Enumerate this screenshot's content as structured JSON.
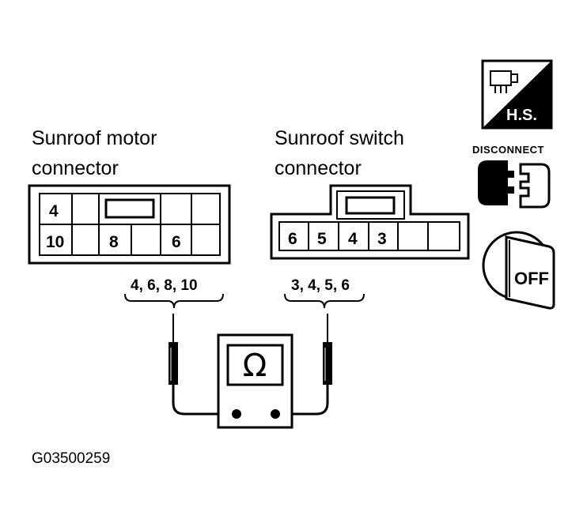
{
  "motor_connector": {
    "label_line1": "Sunroof motor",
    "label_line2": "connector",
    "pins_top": [
      "4"
    ],
    "pins_bottom": [
      "10",
      "8",
      "6"
    ],
    "test_pins": "4, 6, 8, 10"
  },
  "switch_connector": {
    "label_line1": "Sunroof switch",
    "label_line2": "connector",
    "pins": [
      "6",
      "5",
      "4",
      "3"
    ],
    "test_pins": "3, 4, 5, 6"
  },
  "meter": {
    "symbol": "Ω"
  },
  "icons": {
    "hs_label": "H.S.",
    "disconnect_label": "DISCONNECT",
    "off_label": "OFF"
  },
  "figure_code": "G03500259"
}
